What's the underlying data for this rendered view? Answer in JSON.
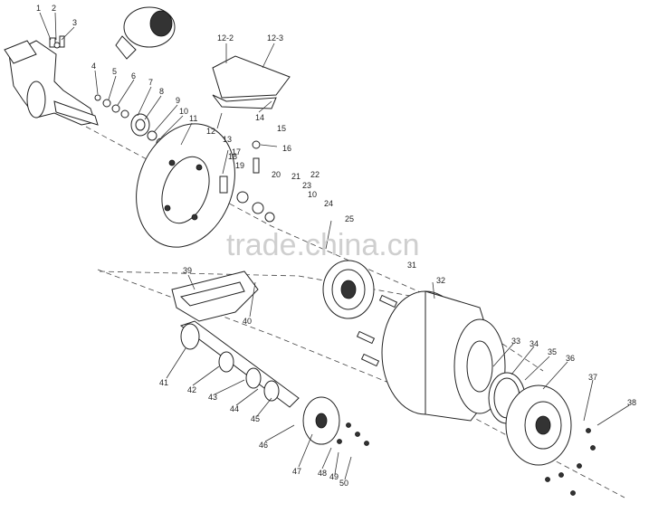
{
  "watermark": "trade.china.cn",
  "part_labels": [
    "1",
    "2",
    "3",
    "4",
    "5",
    "6",
    "7",
    "8",
    "9",
    "10",
    "11",
    "12",
    "12-2",
    "12-3",
    "13",
    "14",
    "15",
    "16",
    "17",
    "18",
    "19",
    "20",
    "21",
    "22",
    "23",
    "10",
    "24",
    "25",
    "31",
    "32",
    "33",
    "34",
    "35",
    "36",
    "37",
    "38",
    "39",
    "40",
    "41",
    "42",
    "43",
    "44",
    "45",
    "46",
    "47",
    "48",
    "49",
    "50"
  ]
}
